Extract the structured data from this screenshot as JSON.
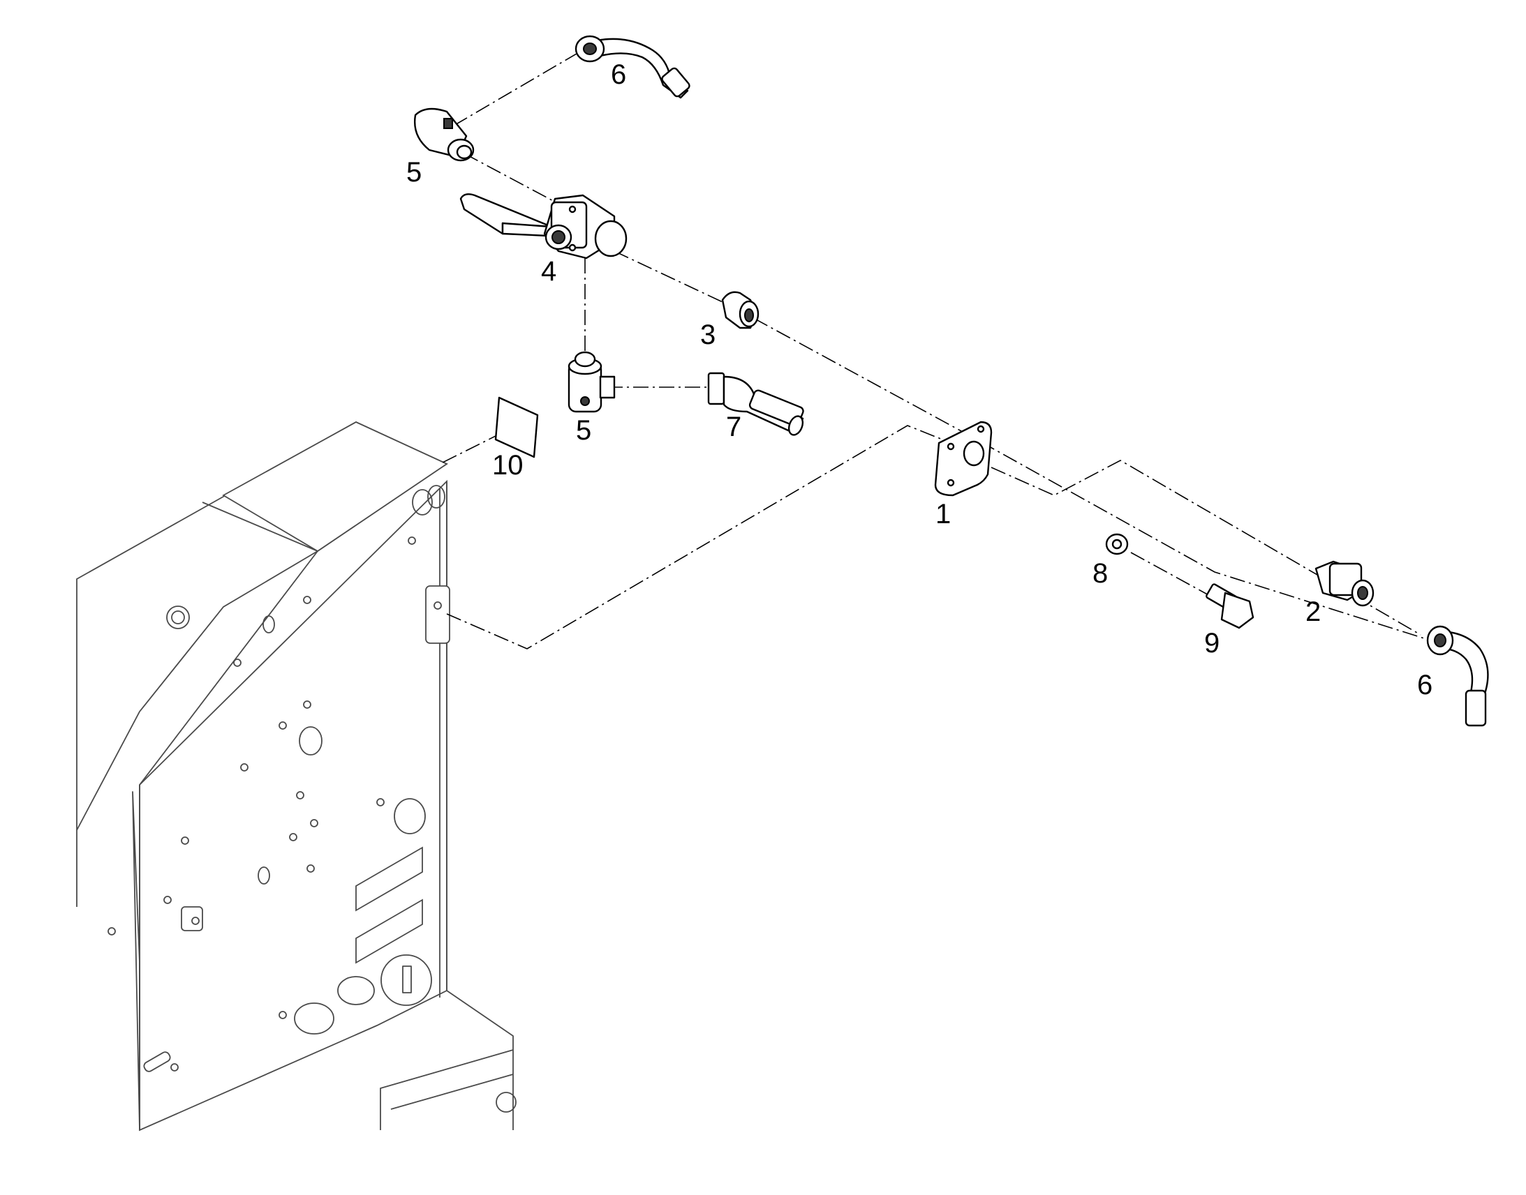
{
  "diagram": {
    "part_labels": [
      "1",
      "2",
      "3",
      "4",
      "5",
      "5",
      "6",
      "6",
      "7",
      "8",
      "9",
      "10"
    ],
    "colors": {
      "line": "#000000",
      "frame": "#4a4a4a",
      "background": "#ffffff"
    }
  }
}
